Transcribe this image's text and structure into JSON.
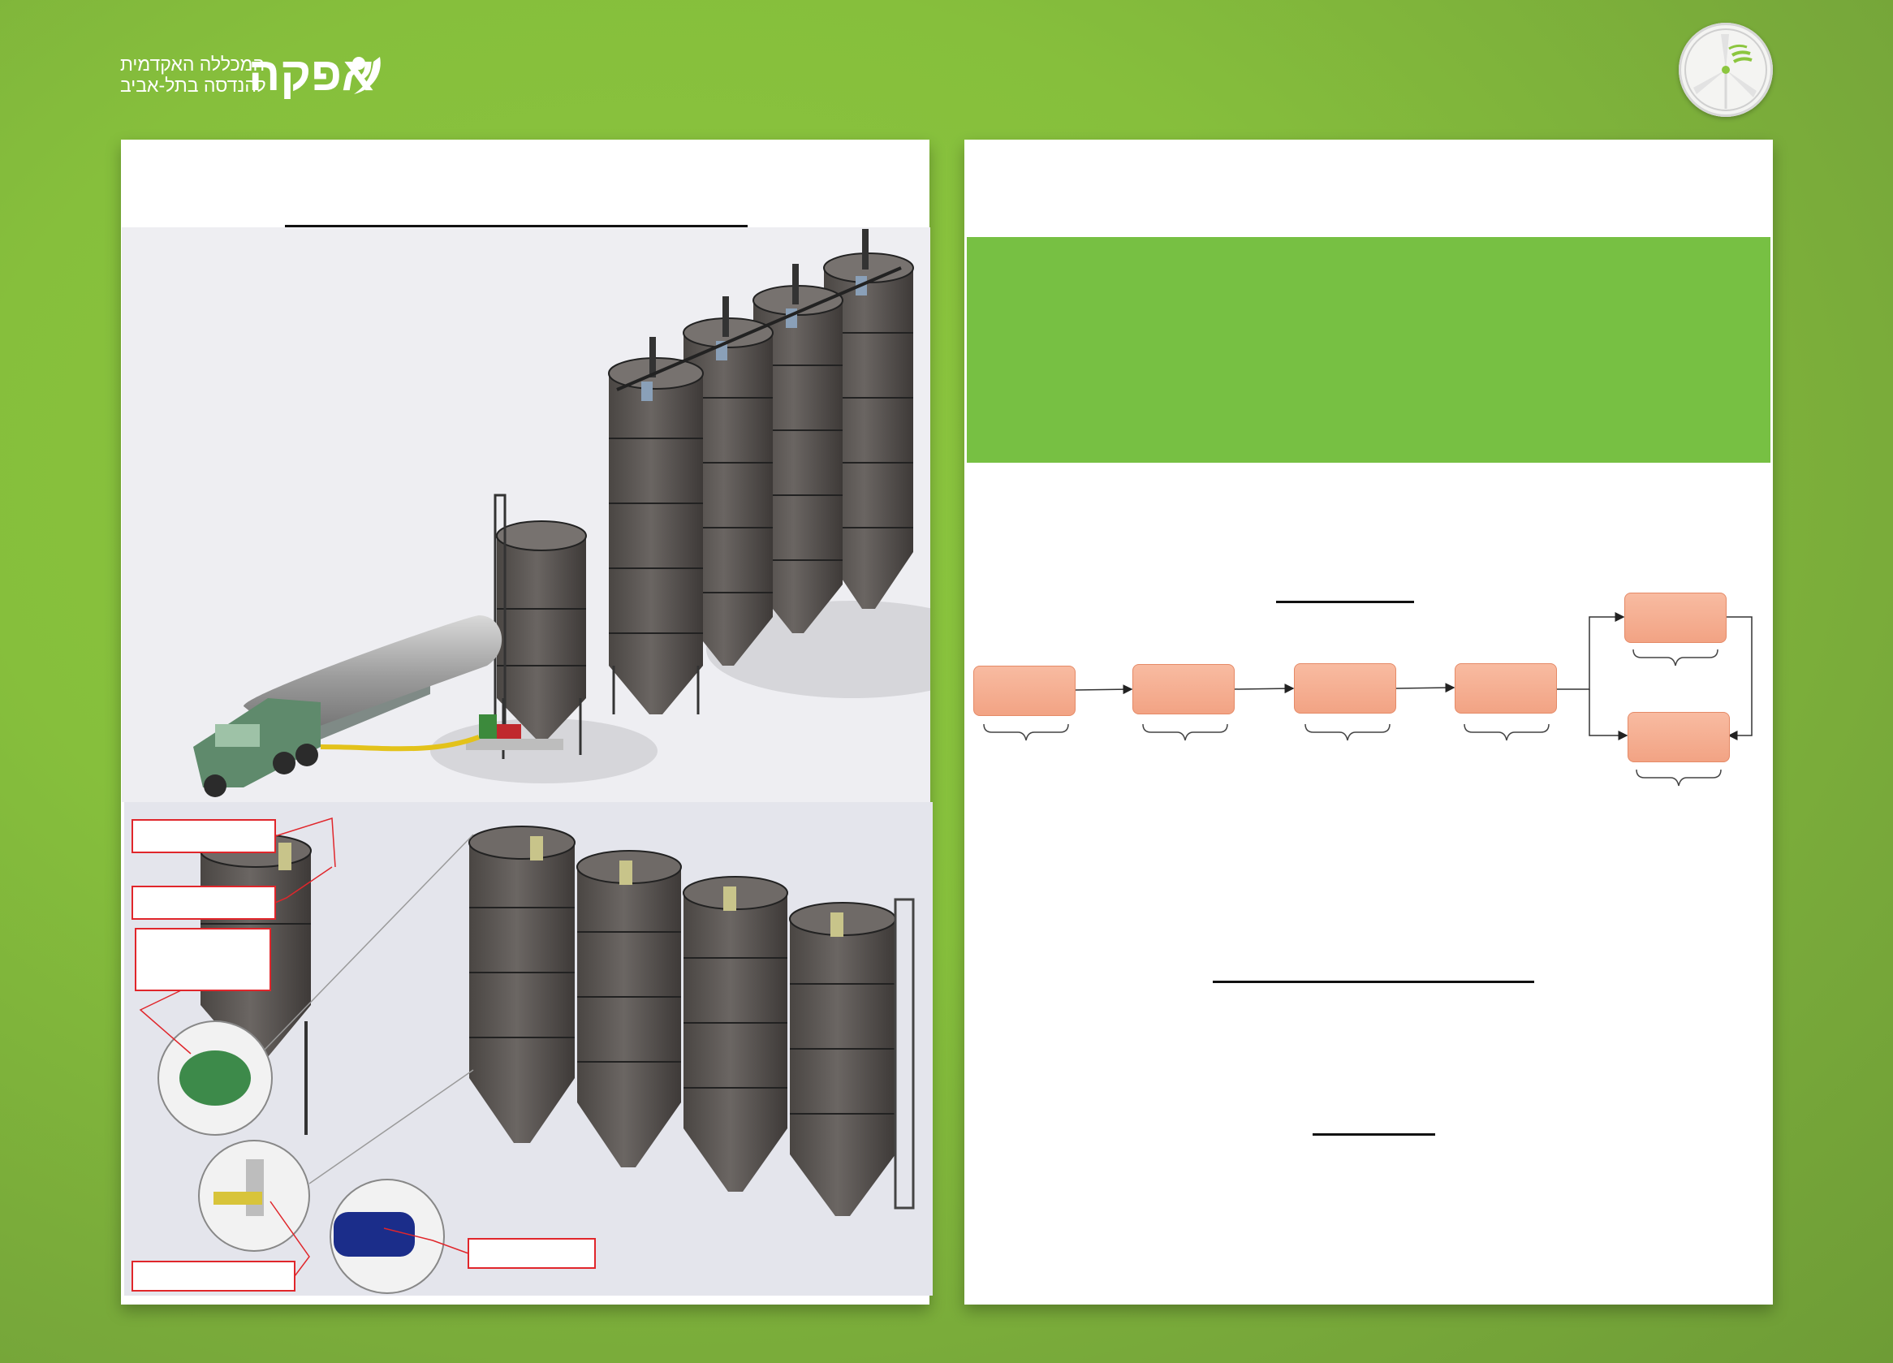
{
  "header": {
    "logo_word": "אפקה",
    "logo_line1": "המכללה האקדמית",
    "logo_line2": "להנדסה בתל-אביב"
  },
  "icons": [
    "leaf-logo-icon",
    "wind-turbine-icon"
  ],
  "colors": {
    "background": "#86bf3c",
    "panel": "#ffffff",
    "green_box": "#77c043",
    "flow_box": "#f4ab8c",
    "callout_border": "#e0262b",
    "silo": "#5a5552"
  },
  "diagram": {
    "upper_row_boxes": 4,
    "branch_boxes": 2
  }
}
